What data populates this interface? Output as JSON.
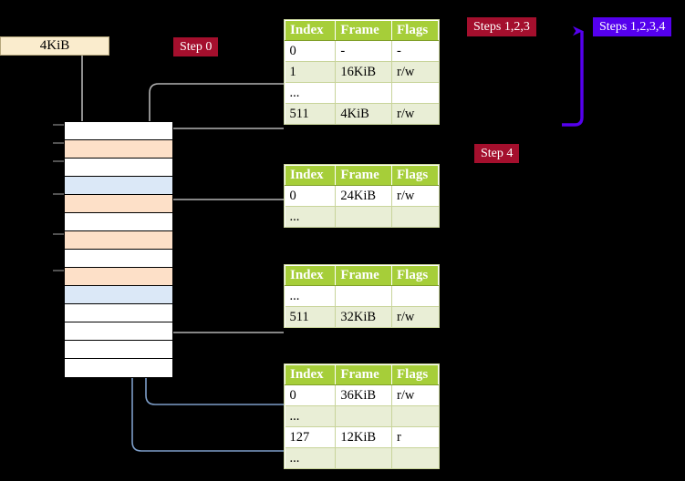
{
  "diagram": {
    "title_badges": [
      {
        "id": "step-0",
        "label": "Step 0",
        "color": "#a40f2d"
      },
      {
        "id": "steps-123",
        "label": "Steps 1,2,3",
        "color": "#a40f2d"
      },
      {
        "id": "steps-1234",
        "label": "Steps 1,2,3,4",
        "color": "#5500ee"
      },
      {
        "id": "step-4",
        "label": "Step 4",
        "color": "#a40f2d"
      }
    ],
    "frame_label": {
      "text": "4KiB"
    },
    "columns": [
      "Index",
      "Frame",
      "Flags"
    ],
    "tables": [
      {
        "name": "pml4-table",
        "rows": [
          {
            "index": "0",
            "frame": "-",
            "flags": "-",
            "alt": false,
            "highlight": false
          },
          {
            "index": "1",
            "frame": "16KiB",
            "flags": "r/w",
            "alt": true,
            "highlight": false
          },
          {
            "index": "...",
            "frame": "",
            "flags": "",
            "alt": false,
            "highlight": false
          },
          {
            "index": "511",
            "frame": "4KiB",
            "flags": "r/w",
            "alt": true,
            "highlight": true
          }
        ]
      },
      {
        "name": "pdp-table",
        "rows": [
          {
            "index": "0",
            "frame": "24KiB",
            "flags": "r/w",
            "alt": false,
            "highlight": false
          },
          {
            "index": "...",
            "frame": "",
            "flags": "",
            "alt": true,
            "highlight": false
          }
        ]
      },
      {
        "name": "pd-table",
        "rows": [
          {
            "index": "...",
            "frame": "",
            "flags": "",
            "alt": false,
            "highlight": false
          },
          {
            "index": "511",
            "frame": "32KiB",
            "flags": "r/w",
            "alt": true,
            "highlight": false
          }
        ]
      },
      {
        "name": "pt-table",
        "rows": [
          {
            "index": "0",
            "frame": "36KiB",
            "flags": "r/w",
            "alt": false,
            "highlight": false
          },
          {
            "index": "...",
            "frame": "",
            "flags": "",
            "alt": true,
            "highlight": false
          },
          {
            "index": "127",
            "frame": "12KiB",
            "flags": "r",
            "alt": false,
            "highlight": false
          },
          {
            "index": "...",
            "frame": "",
            "flags": "",
            "alt": true,
            "highlight": false
          }
        ]
      }
    ],
    "memory_rows": [
      {
        "fill": "white"
      },
      {
        "fill": "orange"
      },
      {
        "fill": "white"
      },
      {
        "fill": "blue"
      },
      {
        "fill": "orange"
      },
      {
        "fill": "white"
      },
      {
        "fill": "orange"
      },
      {
        "fill": "white"
      },
      {
        "fill": "orange"
      },
      {
        "fill": "blue"
      },
      {
        "fill": "white"
      },
      {
        "fill": "white"
      },
      {
        "fill": "white"
      },
      {
        "fill": "white"
      }
    ],
    "colors": {
      "header_green": "#a6ce39",
      "alt_row": "#e9eed6",
      "highlight_yellow": "#f7f7a8",
      "memory_orange": "#fde0c8",
      "memory_blue": "#dbe8f7",
      "badge_red": "#a40f2d",
      "badge_purple": "#5500ee",
      "connector_gray": "#b3b3b3",
      "connector_blue": "#7d9ec9",
      "label_box": "#faeccd",
      "background": "#000000"
    }
  }
}
